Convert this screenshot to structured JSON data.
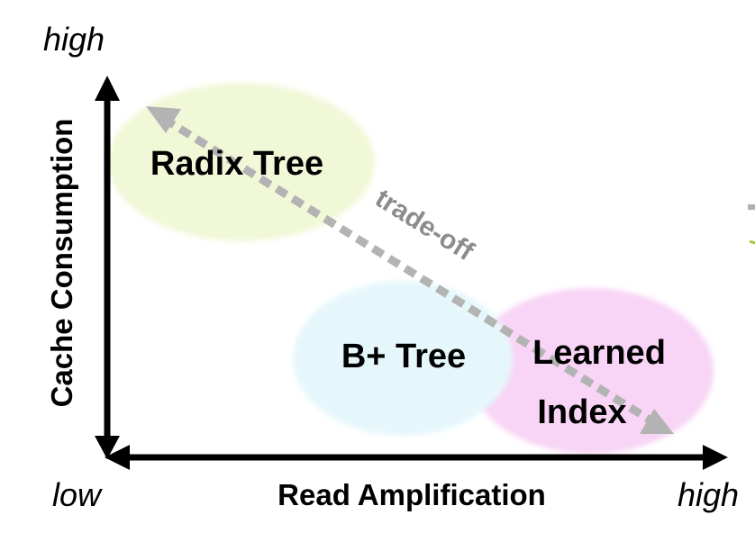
{
  "diagram": {
    "y_axis": {
      "label": "Cache Consumption",
      "high_label": "high"
    },
    "x_axis": {
      "label": "Read Amplification",
      "low_label": "low",
      "high_label": "high"
    },
    "regions": [
      {
        "name": "Radix Tree",
        "color": "#f1f8d8"
      },
      {
        "name": "B+ Tree",
        "color": "#e6f7fb"
      },
      {
        "name": "Learned Index",
        "lines": [
          "Learned",
          "Index"
        ],
        "color": "#f8d4f6"
      }
    ],
    "tradeoff": {
      "label": "trade-off",
      "color": "#b3b3b3"
    },
    "edge_marks": {
      "gray_tick_color": "#b0b0b0",
      "green_tick_color": "#9acd32"
    }
  }
}
